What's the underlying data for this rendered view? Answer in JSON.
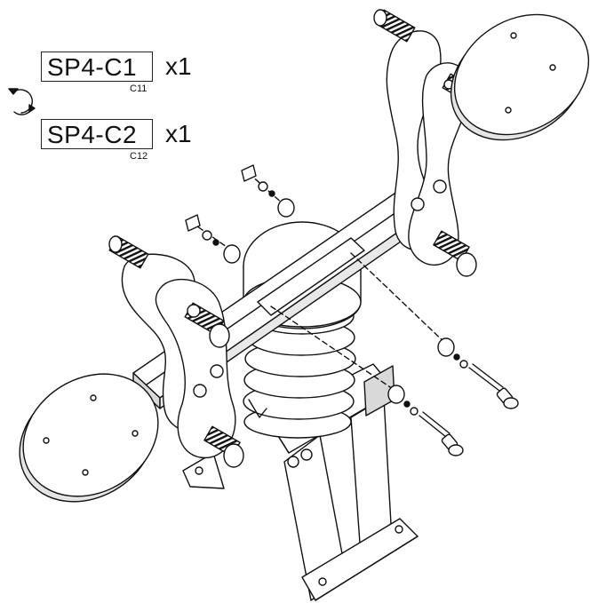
{
  "parts": [
    {
      "label": "SP4-C1",
      "qty": "x1",
      "code": "C11"
    },
    {
      "label": "SP4-C2",
      "qty": "x1",
      "code": "C12"
    }
  ],
  "icons": {
    "rotate": "rotate-arrows-icon"
  },
  "colors": {
    "line": "#111111",
    "fill": "#ffffff",
    "shade": "#d9d9d9",
    "dark": "#555555"
  }
}
